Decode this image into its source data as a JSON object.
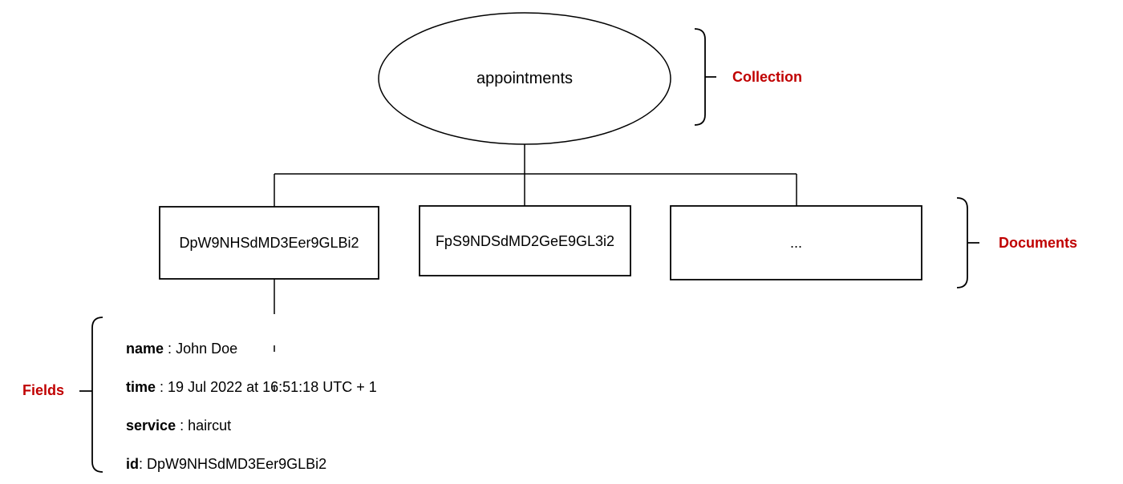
{
  "diagram": {
    "collection": {
      "label": "appointments",
      "annotation": "Collection"
    },
    "documents": {
      "annotation": "Documents",
      "items": [
        {
          "id": "DpW9NHSdMD3Eer9GLBi2"
        },
        {
          "id": "FpS9NDSdMD2GeE9GL3i2"
        },
        {
          "id": "..."
        }
      ]
    },
    "fields": {
      "annotation": "Fields",
      "items": [
        {
          "key": "name",
          "sep": " : ",
          "value": "John Doe"
        },
        {
          "key": "time",
          "sep": " : ",
          "value": "19 Jul 2022 at 16:51:18 UTC + 1"
        },
        {
          "key": "service",
          "sep": " : ",
          "value": "haircut"
        },
        {
          "key": "id",
          "sep": ": ",
          "value": "DpW9NHSdMD3Eer9GLBi2"
        }
      ]
    },
    "colors": {
      "annotation_red": "#c00000",
      "line_black": "#000000"
    }
  }
}
